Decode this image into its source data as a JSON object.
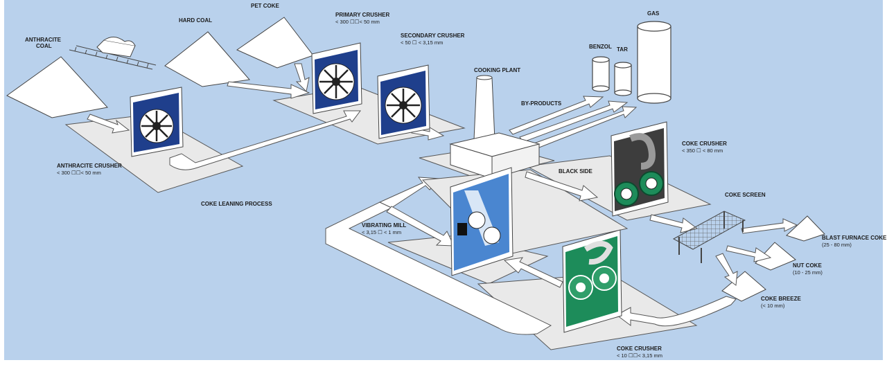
{
  "labels": {
    "anthracite_coal_1": "ANTHRACITE",
    "anthracite_coal_2": "COAL",
    "hard_coal": "HARD COAL",
    "pet_coke": "PET COKE",
    "primary_crusher": "PRIMARY CRUSHER",
    "primary_crusher_range": "< 300 ☐☐< 50 mm",
    "secondary_crusher": "SECONDARY CRUSHER",
    "secondary_crusher_range": "< 50 ☐ < 3,15 mm",
    "gas": "GAS",
    "benzol": "BENZOL",
    "tar": "TAR",
    "cooking_plant": "COOKING PLANT",
    "by_products": "BY-PRODUCTS",
    "anthracite_crusher": "ANTHRACITE CRUSHER",
    "anthracite_crusher_range": "< 300 ☐☐< 50 mm",
    "coke_leaning_process": "COKE LEANING PROCESS",
    "black_side": "BLACK SIDE",
    "coke_crusher_top": "COKE CRUSHER",
    "coke_crusher_top_range": "< 350 ☐ < 80 mm",
    "coke_screen": "COKE SCREEN",
    "blast_furnace_coke": "BLAST FURNACE COKE",
    "blast_furnace_coke_range": "(25 - 80 mm)",
    "nut_coke": "NUT COKE",
    "nut_coke_range": "(10 - 25 mm)",
    "coke_breeze": "COKE BREEZE",
    "coke_breeze_range": "(< 10 mm)",
    "vibrating_mill": "VIBRATING MILL",
    "vibrating_mill_range": "< 3,15 ☐ < 1 mm",
    "coke_crusher_bottom": "COKE CRUSHER",
    "coke_crusher_bottom_range": "< 10 ☐☐< 3,15 mm"
  },
  "colors": {
    "background": "#b9d1ec",
    "frame": "#ffffff",
    "pad": "#e9e9e9",
    "crusher_blue": "#1f3f8c",
    "crusher_green": "#1d8c5a",
    "mill_blue": "#4a86d0"
  }
}
